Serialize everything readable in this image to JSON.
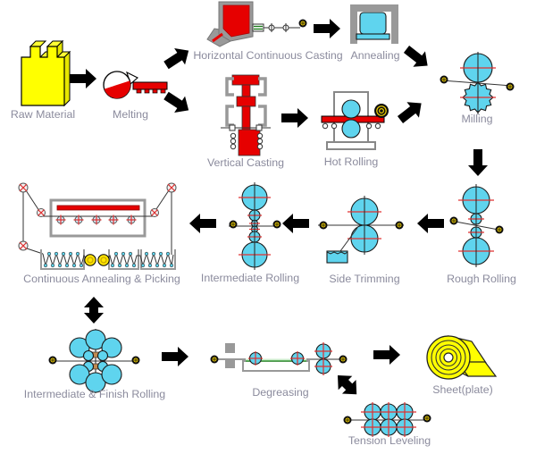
{
  "stations": [
    {
      "id": "raw-material",
      "label": "Raw Material"
    },
    {
      "id": "melting",
      "label": "Melting"
    },
    {
      "id": "horizontal-continuous-casting",
      "label": "Horizontal Continuous Casting"
    },
    {
      "id": "annealing",
      "label": "Annealing"
    },
    {
      "id": "vertical-casting",
      "label": "Vertical Casting"
    },
    {
      "id": "hot-rolling",
      "label": "Hot Rolling"
    },
    {
      "id": "milling",
      "label": "Milling"
    },
    {
      "id": "rough-rolling",
      "label": "Rough Rolling"
    },
    {
      "id": "side-trimming",
      "label": "Side Trimming"
    },
    {
      "id": "intermediate-rolling",
      "label": "Intermediate Rolling"
    },
    {
      "id": "continuous-annealing-picking",
      "label": "Continuous Annealing & Picking"
    },
    {
      "id": "intermediate-finish-rolling",
      "label": "Intermediate & Finish Rolling"
    },
    {
      "id": "degreasing",
      "label": "Degreasing"
    },
    {
      "id": "tension-leveling",
      "label": "Tension Leveling"
    },
    {
      "id": "sheet-plate",
      "label": "Sheet(plate)"
    }
  ],
  "flow": [
    {
      "from": "Raw Material",
      "to": "Melting",
      "style": "single"
    },
    {
      "from": "Melting",
      "to": "Horizontal Continuous Casting",
      "style": "single"
    },
    {
      "from": "Melting",
      "to": "Vertical Casting",
      "style": "single"
    },
    {
      "from": "Horizontal Continuous Casting",
      "to": "Annealing",
      "style": "single"
    },
    {
      "from": "Annealing",
      "to": "Milling",
      "style": "single"
    },
    {
      "from": "Vertical Casting",
      "to": "Hot Rolling",
      "style": "single"
    },
    {
      "from": "Hot Rolling",
      "to": "Milling",
      "style": "single"
    },
    {
      "from": "Milling",
      "to": "Rough Rolling",
      "style": "single"
    },
    {
      "from": "Rough Rolling",
      "to": "Side Trimming",
      "style": "single"
    },
    {
      "from": "Side Trimming",
      "to": "Intermediate Rolling",
      "style": "single"
    },
    {
      "from": "Intermediate Rolling",
      "to": "Continuous Annealing & Picking",
      "style": "single"
    },
    {
      "from": "Continuous Annealing & Picking",
      "to": "Intermediate & Finish Rolling",
      "style": "double"
    },
    {
      "from": "Intermediate & Finish Rolling",
      "to": "Degreasing",
      "style": "single"
    },
    {
      "from": "Degreasing",
      "to": "Tension Leveling",
      "style": "double"
    },
    {
      "from": "Degreasing",
      "to": "Sheet(plate)",
      "style": "single"
    }
  ],
  "colors": {
    "ingot_yellow": "#ffff00",
    "melt_red": "#e60000",
    "roll_cyan": "#5fd4ee",
    "frame_gray": "#999999",
    "label_gray": "#8b8b9d",
    "arrow_black": "#000000",
    "roller_yellow": "#ffe400"
  }
}
